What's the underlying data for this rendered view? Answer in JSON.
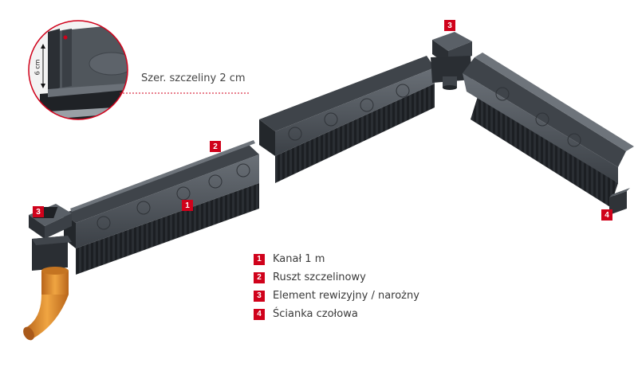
{
  "callout": {
    "text": "Szer. szczeliny 2 cm"
  },
  "dimension": {
    "text": "6 cm"
  },
  "markers": [
    {
      "num": "1"
    },
    {
      "num": "2"
    },
    {
      "num": "3"
    },
    {
      "num": "3"
    },
    {
      "num": "4"
    }
  ],
  "legend": [
    {
      "num": "1",
      "label": "Kanał 1 m"
    },
    {
      "num": "2",
      "label": "Ruszt szczelinowy"
    },
    {
      "num": "3",
      "label": "Element rewizyjny / narożny"
    },
    {
      "num": "4",
      "label": "Ścianka czołowa"
    }
  ],
  "colors": {
    "marker": "#d0021b",
    "channel_dark": "#2f3338",
    "channel_mid": "#4a4f55",
    "grate": "#5a6067",
    "pipe": "#d98a2b"
  }
}
